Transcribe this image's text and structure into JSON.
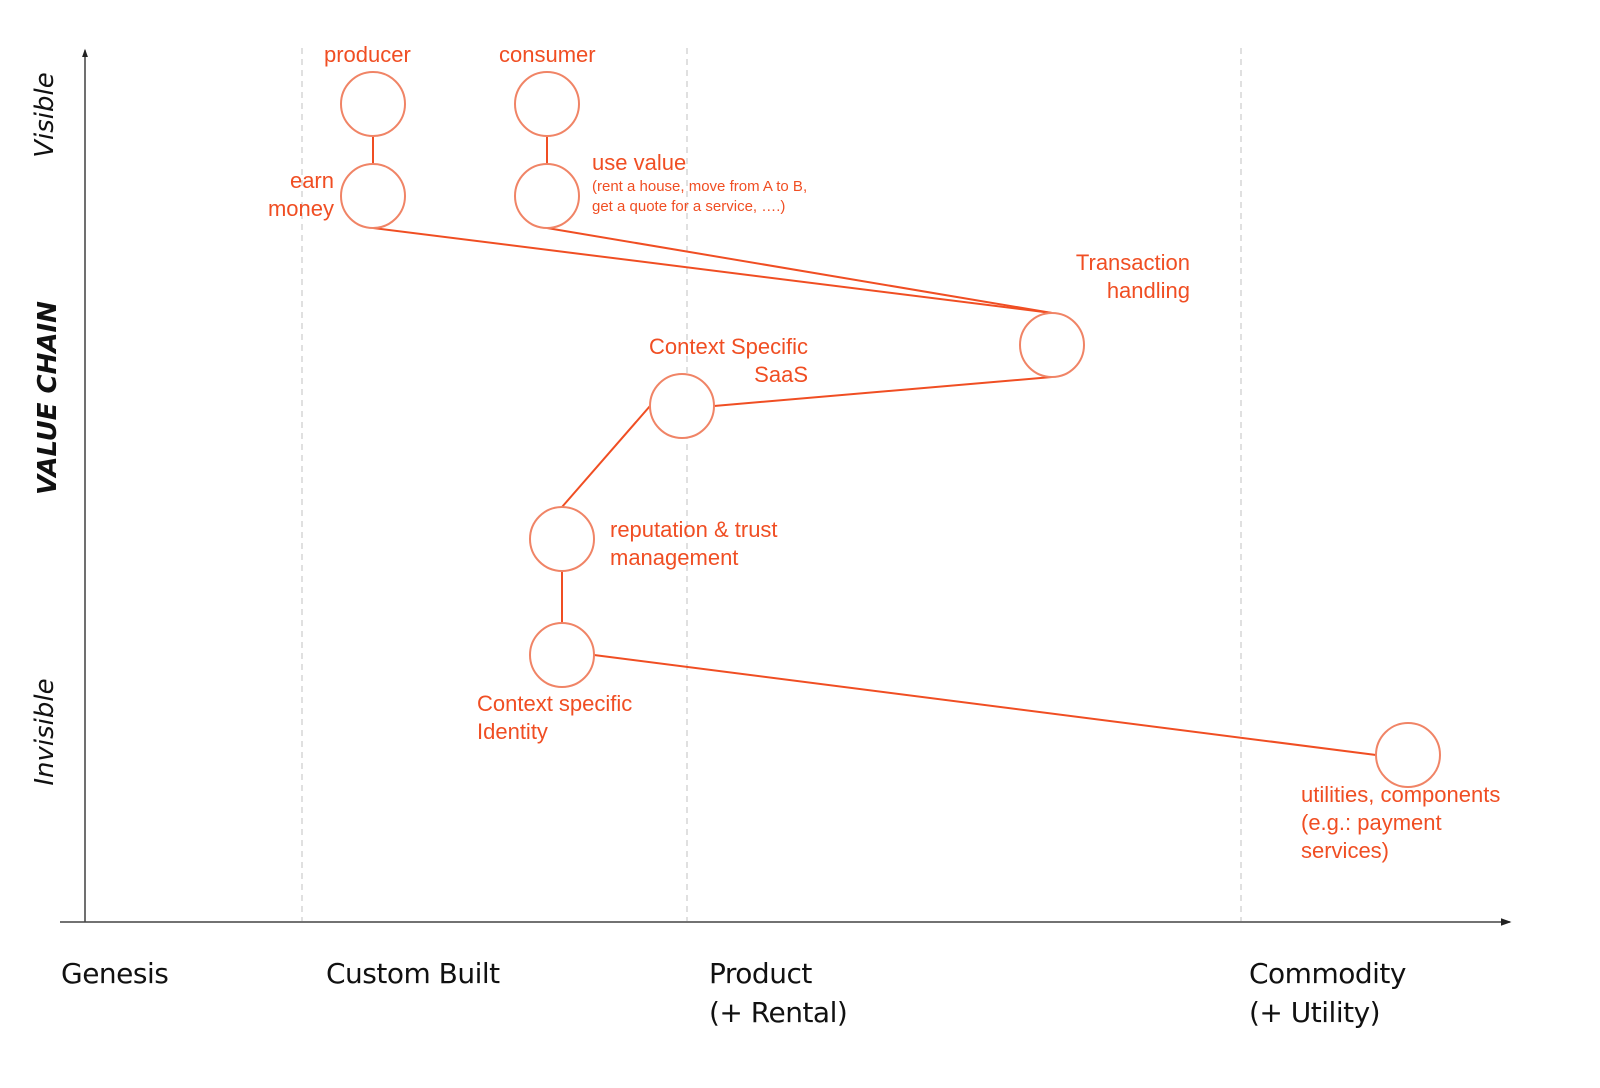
{
  "axes": {
    "y_axis_label": "VALUE CHAIN",
    "y_top_label": "Visible",
    "y_bottom_label": "Invisible",
    "x_stages": [
      {
        "line1": "Genesis",
        "line2": ""
      },
      {
        "line1": "Custom Built",
        "line2": ""
      },
      {
        "line1": "Product",
        "line2": "(+ Rental)"
      },
      {
        "line1": "Commodity",
        "line2": "(+ Utility)"
      }
    ]
  },
  "colors": {
    "accent": "#f04e23",
    "node_stroke": "#f08466",
    "grid": "#cccccc",
    "axis": "#444444",
    "text": "#111111"
  },
  "nodes": {
    "producer": {
      "label": "producer"
    },
    "earn_money": {
      "label_line1": "earn",
      "label_line2": "money"
    },
    "consumer": {
      "label": "consumer"
    },
    "use_value": {
      "label": "use value",
      "note_line1": "(rent a house, move from A to B,",
      "note_line2": "get a quote for a service, ….)"
    },
    "transaction": {
      "label_line1": "Transaction",
      "label_line2": "handling"
    },
    "saas": {
      "label_line1": "Context Specific",
      "label_line2": "SaaS"
    },
    "reputation": {
      "label_line1": "reputation & trust",
      "label_line2": "management"
    },
    "identity": {
      "label_line1": "Context specific",
      "label_line2": "Identity"
    },
    "utilities": {
      "label_line1": "utilities, components",
      "label_line2": "(e.g.: payment",
      "label_line3": "services)"
    }
  },
  "links": [
    [
      "producer",
      "earn_money"
    ],
    [
      "consumer",
      "use_value"
    ],
    [
      "earn_money",
      "transaction"
    ],
    [
      "use_value",
      "transaction"
    ],
    [
      "transaction",
      "saas"
    ],
    [
      "saas",
      "reputation"
    ],
    [
      "reputation",
      "identity"
    ],
    [
      "identity",
      "utilities"
    ]
  ]
}
